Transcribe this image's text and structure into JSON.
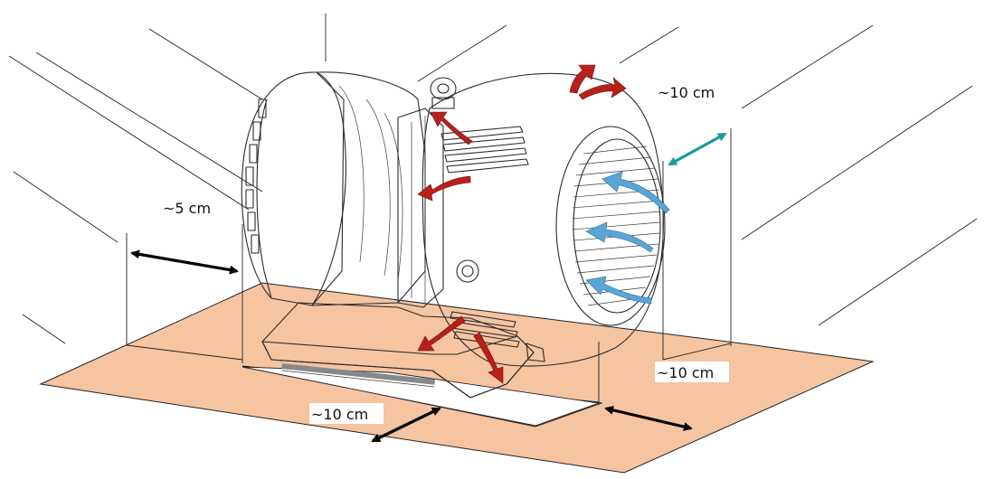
{
  "labels": {
    "left_clearance": "~5 cm",
    "top_right_clearance": "~10 cm",
    "right_base_clearance": "~10 cm",
    "front_clearance": "~10 cm"
  },
  "colors": {
    "mat": "#f5c4a1",
    "pump_body": "#c9ebec",
    "hot_air_arrow": "#b8201b",
    "cool_air_arrow": "#5aa5d8",
    "clearance_arrow_black": "#000000",
    "clearance_arrow_teal": "#1a9aa0"
  }
}
